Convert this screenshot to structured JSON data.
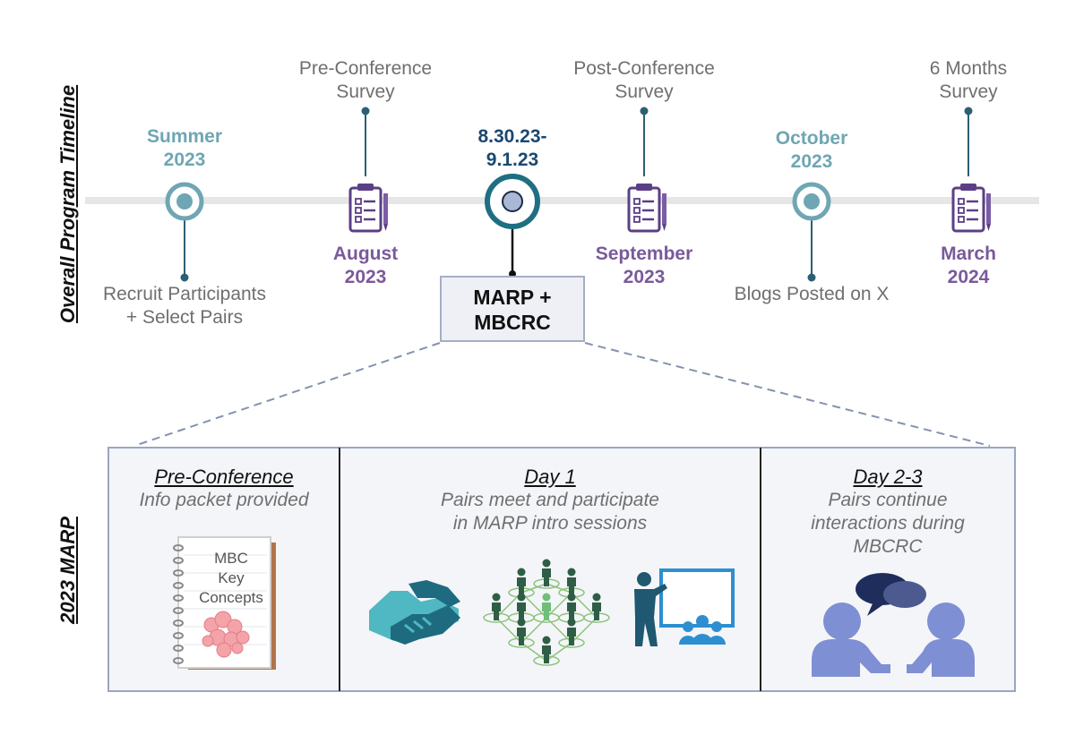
{
  "timeline": {
    "section_title": "Overall Program Timeline",
    "events": [
      {
        "date": "Summer\n2023",
        "note": "Recruit Participants\n+ Select Pairs"
      },
      {
        "date": "August\n2023",
        "note": "Pre-Conference\nSurvey"
      },
      {
        "date": "8.30.23-\n9.1.23",
        "note": "MARP +\nMBCRC"
      },
      {
        "date": "September\n2023",
        "note": "Post-Conference\nSurvey"
      },
      {
        "date": "October\n2023",
        "note": "Blogs Posted on X"
      },
      {
        "date": "March\n2024",
        "note": "6 Months\nSurvey"
      }
    ]
  },
  "marp": {
    "section_title": "2023 MARP",
    "panels": [
      {
        "title": "Pre-Conference",
        "text": "Info packet provided",
        "notebook_text": "MBC\nKey\nConcepts"
      },
      {
        "title": "Day 1",
        "text": "Pairs meet and participate\nin MARP intro sessions"
      },
      {
        "title": "Day 2-3",
        "text": "Pairs continue\ninteractions during\nMBCRC"
      }
    ]
  },
  "colors": {
    "teal": "#6fa6b3",
    "purple": "#7a5a9a",
    "navy": "#1b4870",
    "timeline_line": "#e6e6e6",
    "panel_border": "#9aa6bf"
  },
  "icons": [
    "target-icon",
    "clipboard-icon",
    "handshake-icon",
    "network-icon",
    "presentation-icon",
    "conversation-icon",
    "notebook-icon"
  ]
}
